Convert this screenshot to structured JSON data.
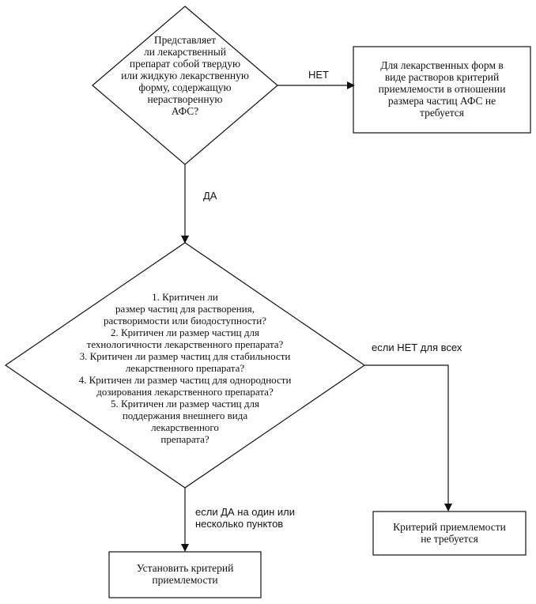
{
  "diagram": {
    "decision1": {
      "text": "Представляет\nли лекарственный\nпрепарат собой твердую\nили жидкую лекарственную\nформу, содержащую\nнерастворенную\nАФС?"
    },
    "box_no_requirement_solutions": {
      "text": "Для лекарственных форм в\nвиде растворов критерий\nприемлемости в отношении\nразмера частиц АФС не\nтребуется"
    },
    "label_no": "НЕТ",
    "label_yes": "ДА",
    "decision2": {
      "text": "1. Критичен ли\nразмер частиц для растворения,\nрастворимости или биодоступности?\n2. Критичен ли размер частиц для\nтехнологичности лекарственного препарата?\n3. Критичен ли размер частиц для стабильности\nлекарственного препарата?\n4. Критичен ли размер частиц для однородности\nдозирования лекарственного препарата?\n5. Критичен ли размер частиц для\nподдержания внешнего вида\nлекарственного\nпрепарата?"
    },
    "label_no_all": "если НЕТ для всех",
    "label_yes_some": "если ДА на один или\nнесколько пунктов",
    "box_not_required": {
      "text": "Критерий приемлемости\nне требуется"
    },
    "box_establish": {
      "text": "Установить критерий\nприемлемости"
    },
    "line_color": "#111111"
  }
}
